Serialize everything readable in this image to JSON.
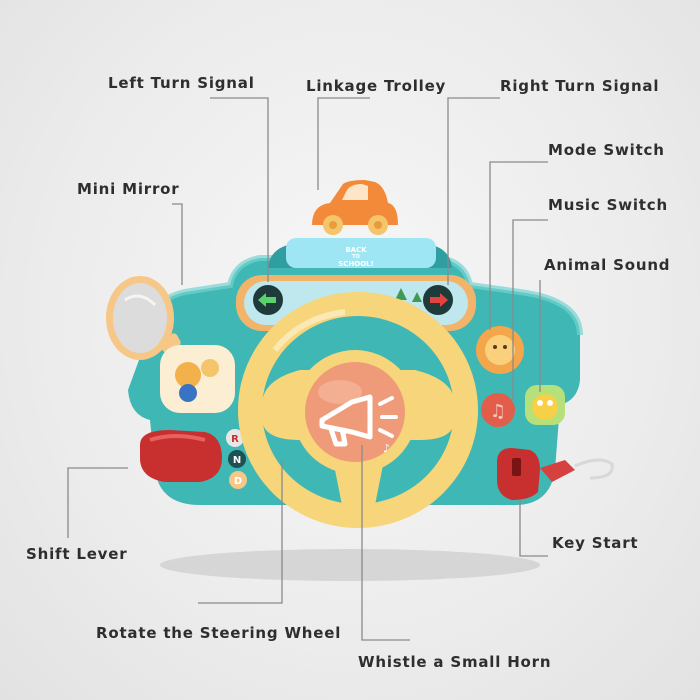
{
  "callouts": {
    "left_turn_signal": "Left Turn Signal",
    "linkage_trolley": "Linkage Trolley",
    "right_turn_signal": "Right Turn Signal",
    "mode_switch": "Mode Switch",
    "mini_mirror": "Mini Mirror",
    "music_switch": "Music Switch",
    "animal_sound": "Animal Sound",
    "shift_lever": "Shift Lever",
    "key_start": "Key Start",
    "rotate_steering_wheel": "Rotate the Steering Wheel",
    "whistle_horn": "Whistle a Small Horn"
  },
  "toy": {
    "screen_text_1": "BACK",
    "screen_text_2": "TO",
    "screen_text_3": "SCHOOL!",
    "gear_letters": [
      "R",
      "N",
      "D"
    ]
  },
  "colors": {
    "body_teal": "#3fb7b5",
    "wheel_yellow": "#f7d57a",
    "horn_orange": "#ef9a78",
    "shift_red": "#c8302f",
    "car_orange": "#f38a3a"
  }
}
